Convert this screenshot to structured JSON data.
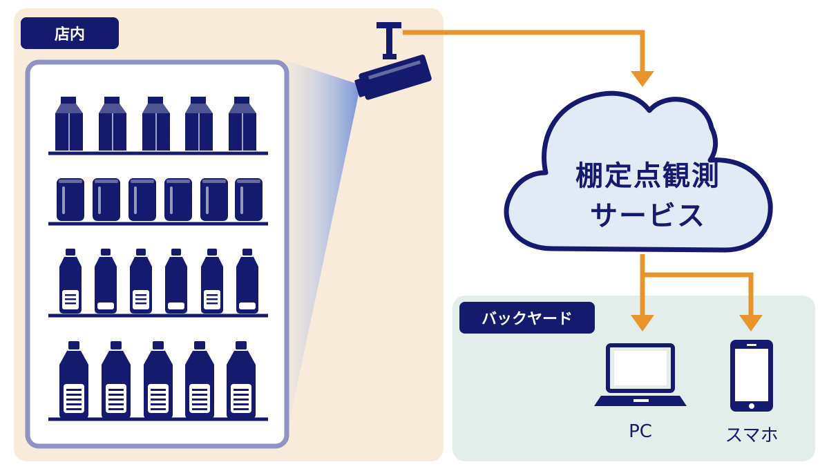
{
  "colors": {
    "navy": "#141b6e",
    "store_bg": "#f9ebd9",
    "backyard_bg": "#e3eeea",
    "arrow": "#e8942c",
    "cloud_fill": "#e2eaf6",
    "shelf_frame": "#8f93c4"
  },
  "store": {
    "label": "店内"
  },
  "backyard": {
    "label": "バックヤード"
  },
  "cloud": {
    "line1": "棚定点観測",
    "line2": "サービス"
  },
  "devices": {
    "pc_label": "PC",
    "phone_label": "スマホ"
  },
  "icons": [
    "camera-icon",
    "cloud-icon",
    "laptop-icon",
    "smartphone-icon",
    "milk-carton-icon",
    "can-icon",
    "small-bottle-icon",
    "large-bottle-icon"
  ]
}
